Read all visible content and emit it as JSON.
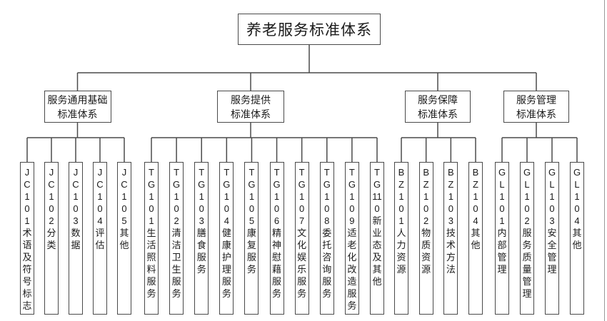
{
  "diagram": {
    "root": {
      "label": "养老服务标准体系"
    },
    "groups": [
      {
        "label_lines": [
          "服务通用基础",
          "标准体系"
        ],
        "children": [
          {
            "code": "JC101",
            "label": "术语及符号标志"
          },
          {
            "code": "JC102",
            "label": "分类"
          },
          {
            "code": "JC103",
            "label": "数据"
          },
          {
            "code": "JC104",
            "label": "评估"
          },
          {
            "code": "JC105",
            "label": "其他"
          }
        ]
      },
      {
        "label_lines": [
          "服务提供",
          "标准体系"
        ],
        "children": [
          {
            "code": "TG101",
            "label": "生活照料服务"
          },
          {
            "code": "TG102",
            "label": "清洁卫生服务"
          },
          {
            "code": "TG103",
            "label": "膳食服务"
          },
          {
            "code": "TG104",
            "label": "健康护理服务"
          },
          {
            "code": "TG105",
            "label": "康复服务"
          },
          {
            "code": "TG106",
            "label": "精神慰藉服务"
          },
          {
            "code": "TG107",
            "label": "文化娱乐服务"
          },
          {
            "code": "TG108",
            "label": "委托咨询服务"
          },
          {
            "code": "TG109",
            "label": "适老化改造服务"
          },
          {
            "code": "TG110",
            "label": "新业态及其他"
          }
        ]
      },
      {
        "label_lines": [
          "服务保障",
          "标准体系"
        ],
        "children": [
          {
            "code": "BZ101",
            "label": "人力资源"
          },
          {
            "code": "BZ102",
            "label": "物质资源"
          },
          {
            "code": "BZ103",
            "label": "技术方法"
          },
          {
            "code": "BZ104",
            "label": "其他"
          }
        ]
      },
      {
        "label_lines": [
          "服务管理",
          "标准体系"
        ],
        "children": [
          {
            "code": "GL101",
            "label": "内部管理"
          },
          {
            "code": "GL102",
            "label": "服务质量管理"
          },
          {
            "code": "GL103",
            "label": "安全管理"
          },
          {
            "code": "GL104",
            "label": "其他"
          }
        ]
      }
    ],
    "colors": {
      "line": "#4a4a4a",
      "box_border": "#4a4a4a",
      "text": "#1a1a1a",
      "background": "#ffffff",
      "frame_edge": "#9a9a9a"
    }
  }
}
